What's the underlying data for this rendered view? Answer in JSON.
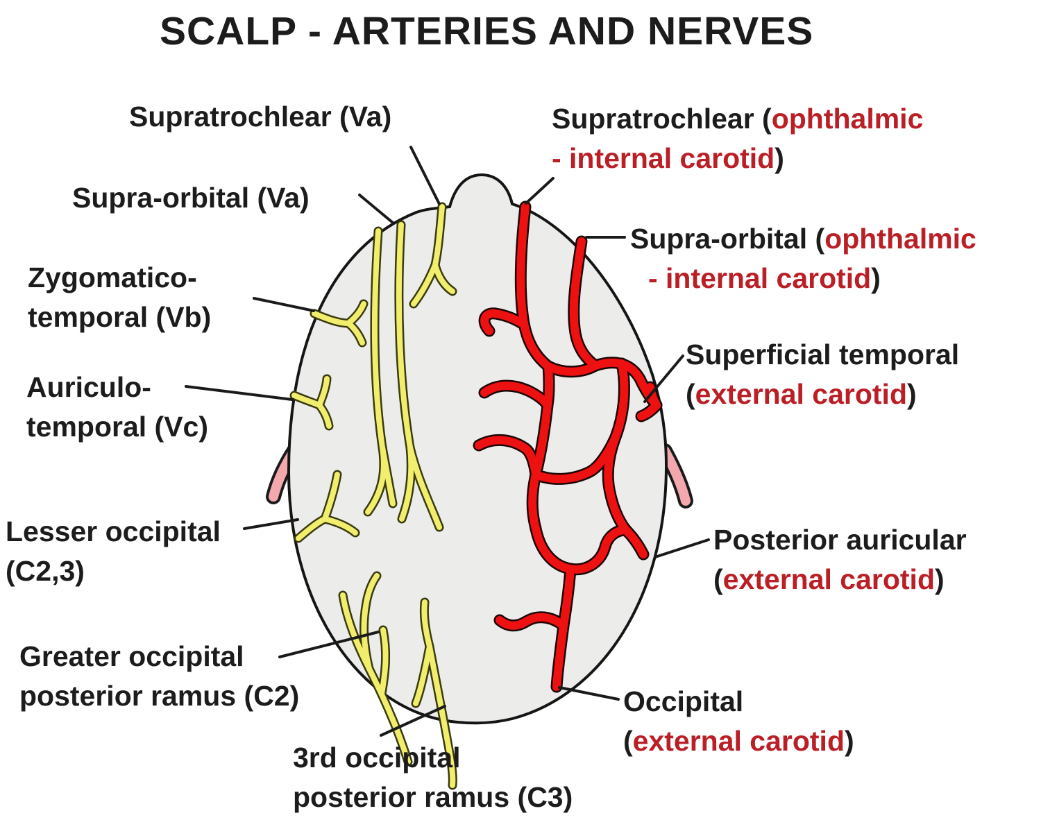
{
  "title": "SCALP - ARTERIES AND NERVES",
  "colors": {
    "label_black": "#1c1c1c",
    "label_red": "#bb1f26",
    "artery_red": "#ed1111",
    "nerve_yellow": "#f2ee6d",
    "ear_pink": "#f3a8ae",
    "head_fill": "#ececea",
    "outline_black": "#151515"
  },
  "labels": {
    "supratrochlear_va": {
      "text": "Supratrochlear (Va)"
    },
    "supra_orbital_va": {
      "text": "Supra-orbital (Va)"
    },
    "zygomatico_temporal_vb": {
      "line1": "Zygomatico-",
      "line2": "temporal (Vb)"
    },
    "auriculo_temporal_vc": {
      "line1": "Auriculo-",
      "line2": "temporal (Vc)"
    },
    "lesser_occipital": {
      "line1": "Lesser occipital",
      "line2": "(C2,3)"
    },
    "greater_occipital": {
      "line1": "Greater occipital",
      "line2": "posterior ramus (C2)"
    },
    "third_occipital": {
      "line1": "3rd occipital",
      "line2": "posterior ramus (C3)"
    },
    "supratrochlear_artery": {
      "black1": "Supratrochlear (",
      "red1": "ophthalmic",
      "red2": "- internal carotid",
      "black2": ")"
    },
    "supra_orbital_artery": {
      "black1": "Supra-orbital (",
      "red1": "ophthalmic",
      "red2": "- internal carotid",
      "black2": ")"
    },
    "superficial_temporal_artery": {
      "black1": "Superficial temporal",
      "paren_open": "(",
      "red1": "external carotid",
      "paren_close": ")"
    },
    "posterior_auricular_artery": {
      "black1": "Posterior auricular",
      "paren_open": "(",
      "red1": "external carotid",
      "paren_close": ")"
    },
    "occipital_artery": {
      "black1": "Occipital",
      "paren_open": "(",
      "red1": "external carotid",
      "paren_close": ")"
    }
  }
}
